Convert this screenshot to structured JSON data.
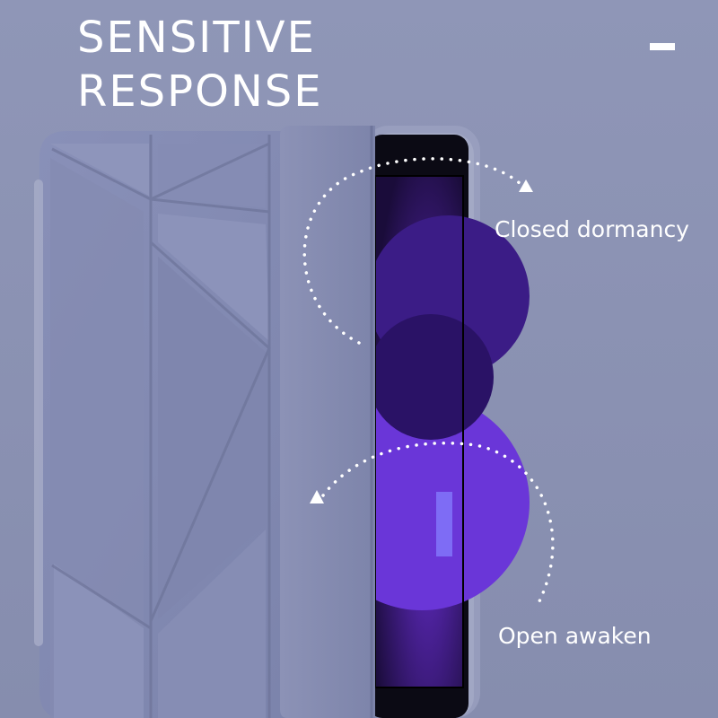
{
  "headline": {
    "line1": "SENSITIVE",
    "line2": "RESPONSE"
  },
  "captions": {
    "closed": "Closed dormancy",
    "open": "Open awaken"
  },
  "colors": {
    "background": "#8c93b4",
    "cover": "#8088b0",
    "text": "#ffffff",
    "screen_accent": "#6a36d8"
  }
}
